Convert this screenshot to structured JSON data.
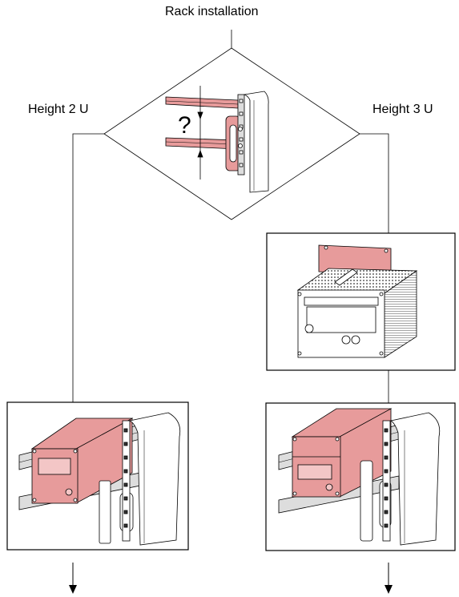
{
  "diagram": {
    "title": "Rack installation",
    "decision_symbol": "?",
    "branches": [
      {
        "label": "Height 2 U",
        "steps": [
          "mount-unit-in-rack"
        ]
      },
      {
        "label": "Height 3 U",
        "steps": [
          "attach-top-cover-plate",
          "mount-unit-in-rack"
        ]
      }
    ],
    "colors": {
      "accent": "#e79b9b",
      "line": "#000000",
      "background": "#ffffff"
    }
  }
}
